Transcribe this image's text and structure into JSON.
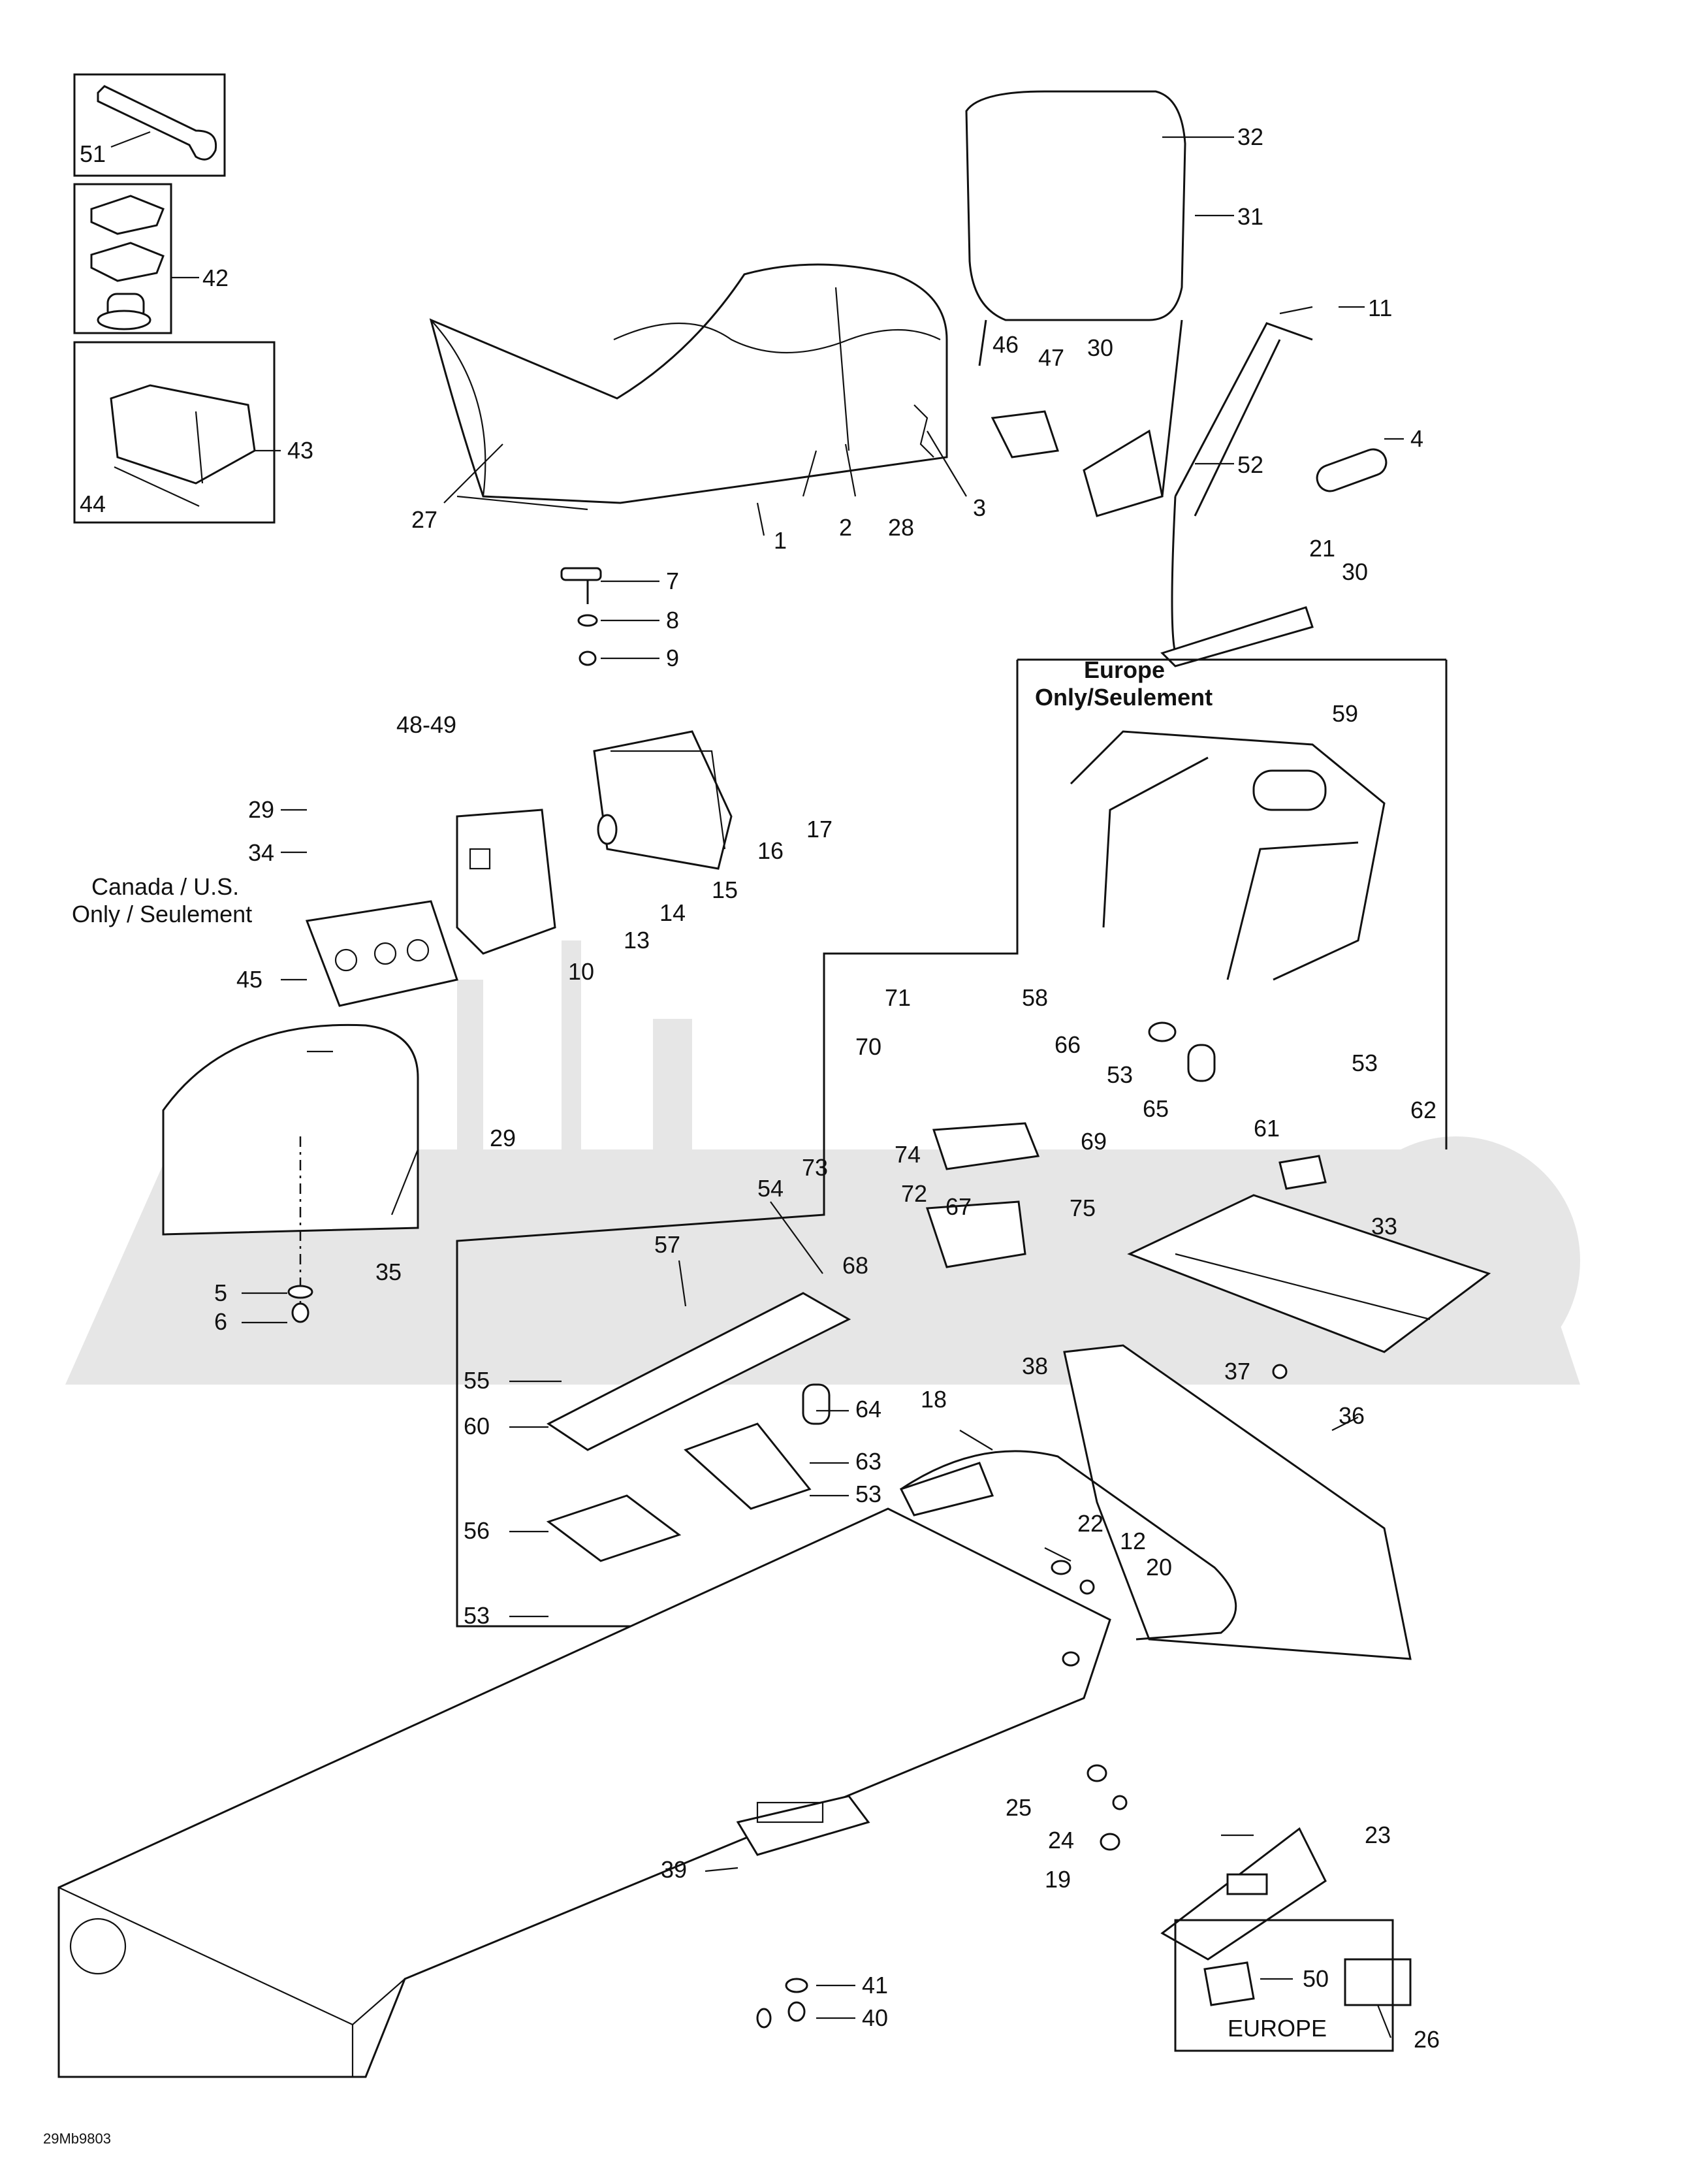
{
  "diagram": {
    "drawing_code": "29Mb9803",
    "region_labels": {
      "canada_us_line1": "Canada / U.S.",
      "canada_us_line2": "Only / Seulement",
      "europe_line1": "Europe",
      "europe_line2": "Only/Seulement",
      "europe_box": "EUROPE"
    },
    "callouts": [
      "1",
      "2",
      "3",
      "4",
      "5",
      "6",
      "7",
      "8",
      "9",
      "10",
      "11",
      "12",
      "13",
      "14",
      "15",
      "16",
      "17",
      "18",
      "19",
      "20",
      "21",
      "22",
      "23",
      "24",
      "25",
      "26",
      "27",
      "28",
      "29",
      "29",
      "30",
      "30",
      "31",
      "32",
      "33",
      "34",
      "35",
      "36",
      "37",
      "38",
      "39",
      "40",
      "41",
      "42",
      "43",
      "44",
      "45",
      "46",
      "47",
      "48-49",
      "50",
      "51",
      "52",
      "53",
      "53",
      "53",
      "53",
      "54",
      "55",
      "56",
      "57",
      "58",
      "59",
      "60",
      "61",
      "62",
      "63",
      "64",
      "65",
      "66",
      "67",
      "68",
      "69",
      "70",
      "71",
      "72",
      "73",
      "74",
      "75"
    ]
  }
}
